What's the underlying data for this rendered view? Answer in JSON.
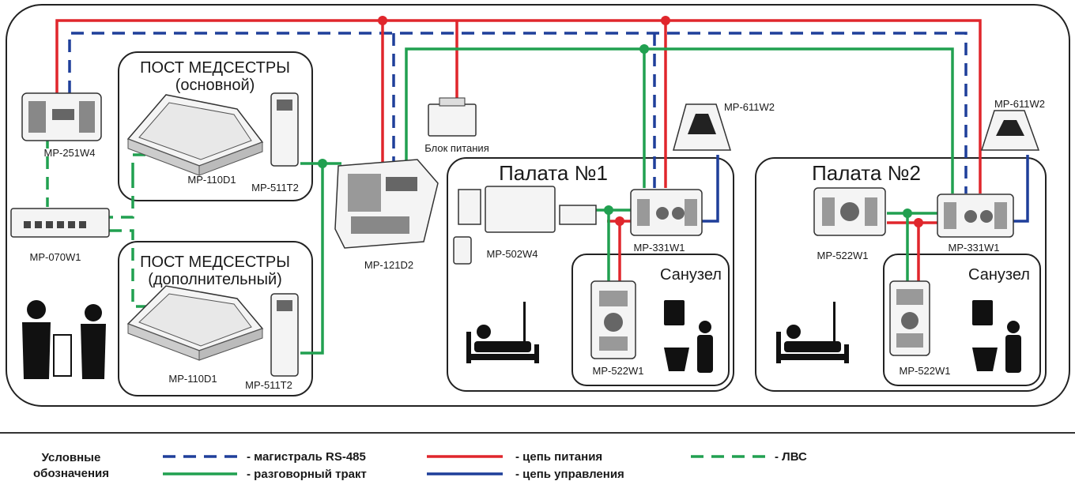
{
  "colors": {
    "rs485": "#1f3f9a",
    "talk": "#21a050",
    "power": "#e0262c",
    "control": "#1f3f9a",
    "lan": "#21a050"
  },
  "rooms": {
    "room1": "Палата №1",
    "room2": "Палата №2",
    "bath1": "Санузел",
    "bath2": "Санузел"
  },
  "posts": {
    "main_line1": "ПОСТ МЕДСЕСТРЫ",
    "main_line2": "(основной)",
    "extra_line1": "ПОСТ МЕДСЕСТРЫ",
    "extra_line2": "(дополнительный)"
  },
  "devices": {
    "mp251w4": "MP-251W4",
    "mp070w1": "MP-070W1",
    "mp110d1_a": "MP-110D1",
    "mp511t2_a": "MP-511T2",
    "mp110d1_b": "MP-110D1",
    "mp511t2_b": "MP-511T2",
    "mp121d2": "MP-121D2",
    "power_block": "Блок питания",
    "mp611w2_a": "MP-611W2",
    "mp502w4": "MP-502W4",
    "mp331w1_a": "MP-331W1",
    "mp522w1_a": "MP-522W1",
    "mp611w2_b": "MP-611W2",
    "mp522w1_b": "MP-522W1",
    "mp331w1_b": "MP-331W1",
    "mp522w1_c": "MP-522W1"
  },
  "legend": {
    "title_line1": "Условные",
    "title_line2": "обозначения",
    "rs485": "- магистраль RS-485",
    "talk": "- разговорный тракт",
    "power": "- цепь питания",
    "control": "- цепь управления",
    "lan": "- ЛВС"
  }
}
